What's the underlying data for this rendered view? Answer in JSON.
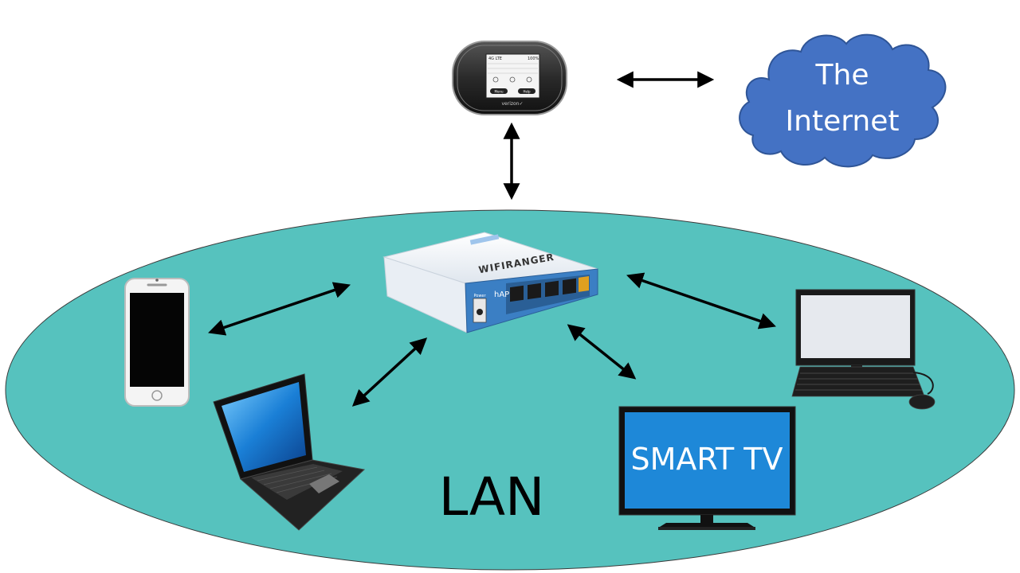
{
  "cloud": {
    "line1": "The",
    "line2": "Internet",
    "color": "#4472C4"
  },
  "lan": {
    "label": "LAN",
    "color": "#56C2BE"
  },
  "tv": {
    "label": "SMART TV",
    "screen_color": "#1E88D8"
  },
  "hotspot": {
    "brand": "verizon✓",
    "status": "4G LTE",
    "battery": "100%",
    "btn_left": "Menu",
    "btn_right": "Help"
  },
  "router": {
    "brand": "WIFIRANGER",
    "model": "hAP",
    "port_label": "Power"
  },
  "icons": {
    "hotspot": "mobile-hotspot-icon",
    "router": "router-icon",
    "phone": "smartphone-icon",
    "laptop": "laptop-icon",
    "tv": "smart-tv-icon",
    "desktop": "desktop-computer-icon",
    "cloud": "cloud-icon"
  }
}
